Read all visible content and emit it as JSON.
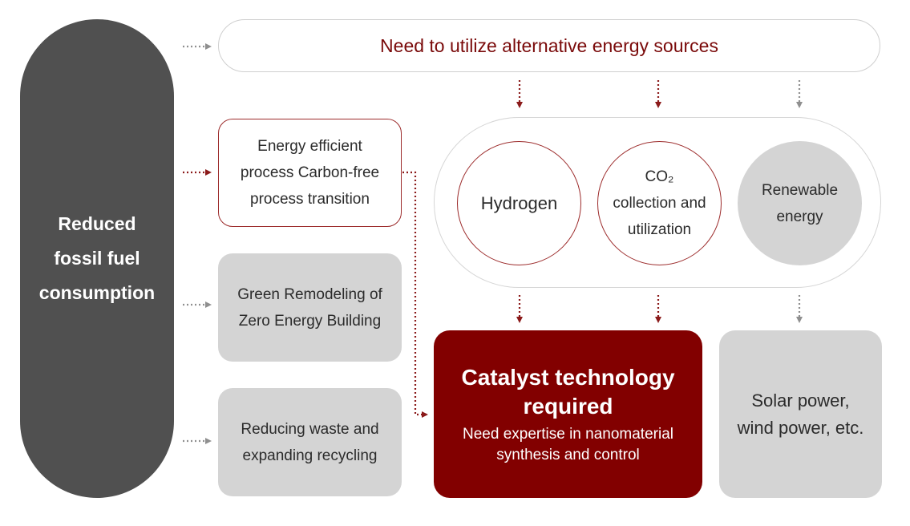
{
  "left_pill": {
    "lines": [
      "Reduced",
      "fossil fuel",
      "consumption"
    ]
  },
  "top_banner": {
    "text": "Need to utilize alternative energy sources"
  },
  "boxes": {
    "energy_efficient": {
      "lines": [
        "Energy efficient",
        "process Carbon-free",
        "process transition"
      ]
    },
    "green_remodeling": {
      "lines": [
        "Green Remodeling of",
        "Zero Energy Building"
      ]
    },
    "reducing_waste": {
      "lines": [
        "Reducing waste and",
        "expanding recycling"
      ]
    }
  },
  "circles": {
    "hydrogen": {
      "text": "Hydrogen"
    },
    "co2": {
      "lines": [
        "CO₂",
        "collection and",
        "utilization"
      ]
    },
    "renewable": {
      "lines": [
        "Renewable",
        "energy"
      ]
    }
  },
  "catalyst": {
    "title_lines": [
      "Catalyst technology",
      "required"
    ],
    "subtitle_lines": [
      "Need expertise in nanomaterial",
      "synthesis and control"
    ]
  },
  "solar": {
    "lines": [
      "Solar power,",
      "wind power, etc."
    ]
  },
  "colors": {
    "dark_red": "#820000",
    "accent_red": "#9c2b2b",
    "dark_grey": "#505050",
    "light_grey": "#d4d4d4",
    "arrow_grey": "#9a9a9a"
  }
}
